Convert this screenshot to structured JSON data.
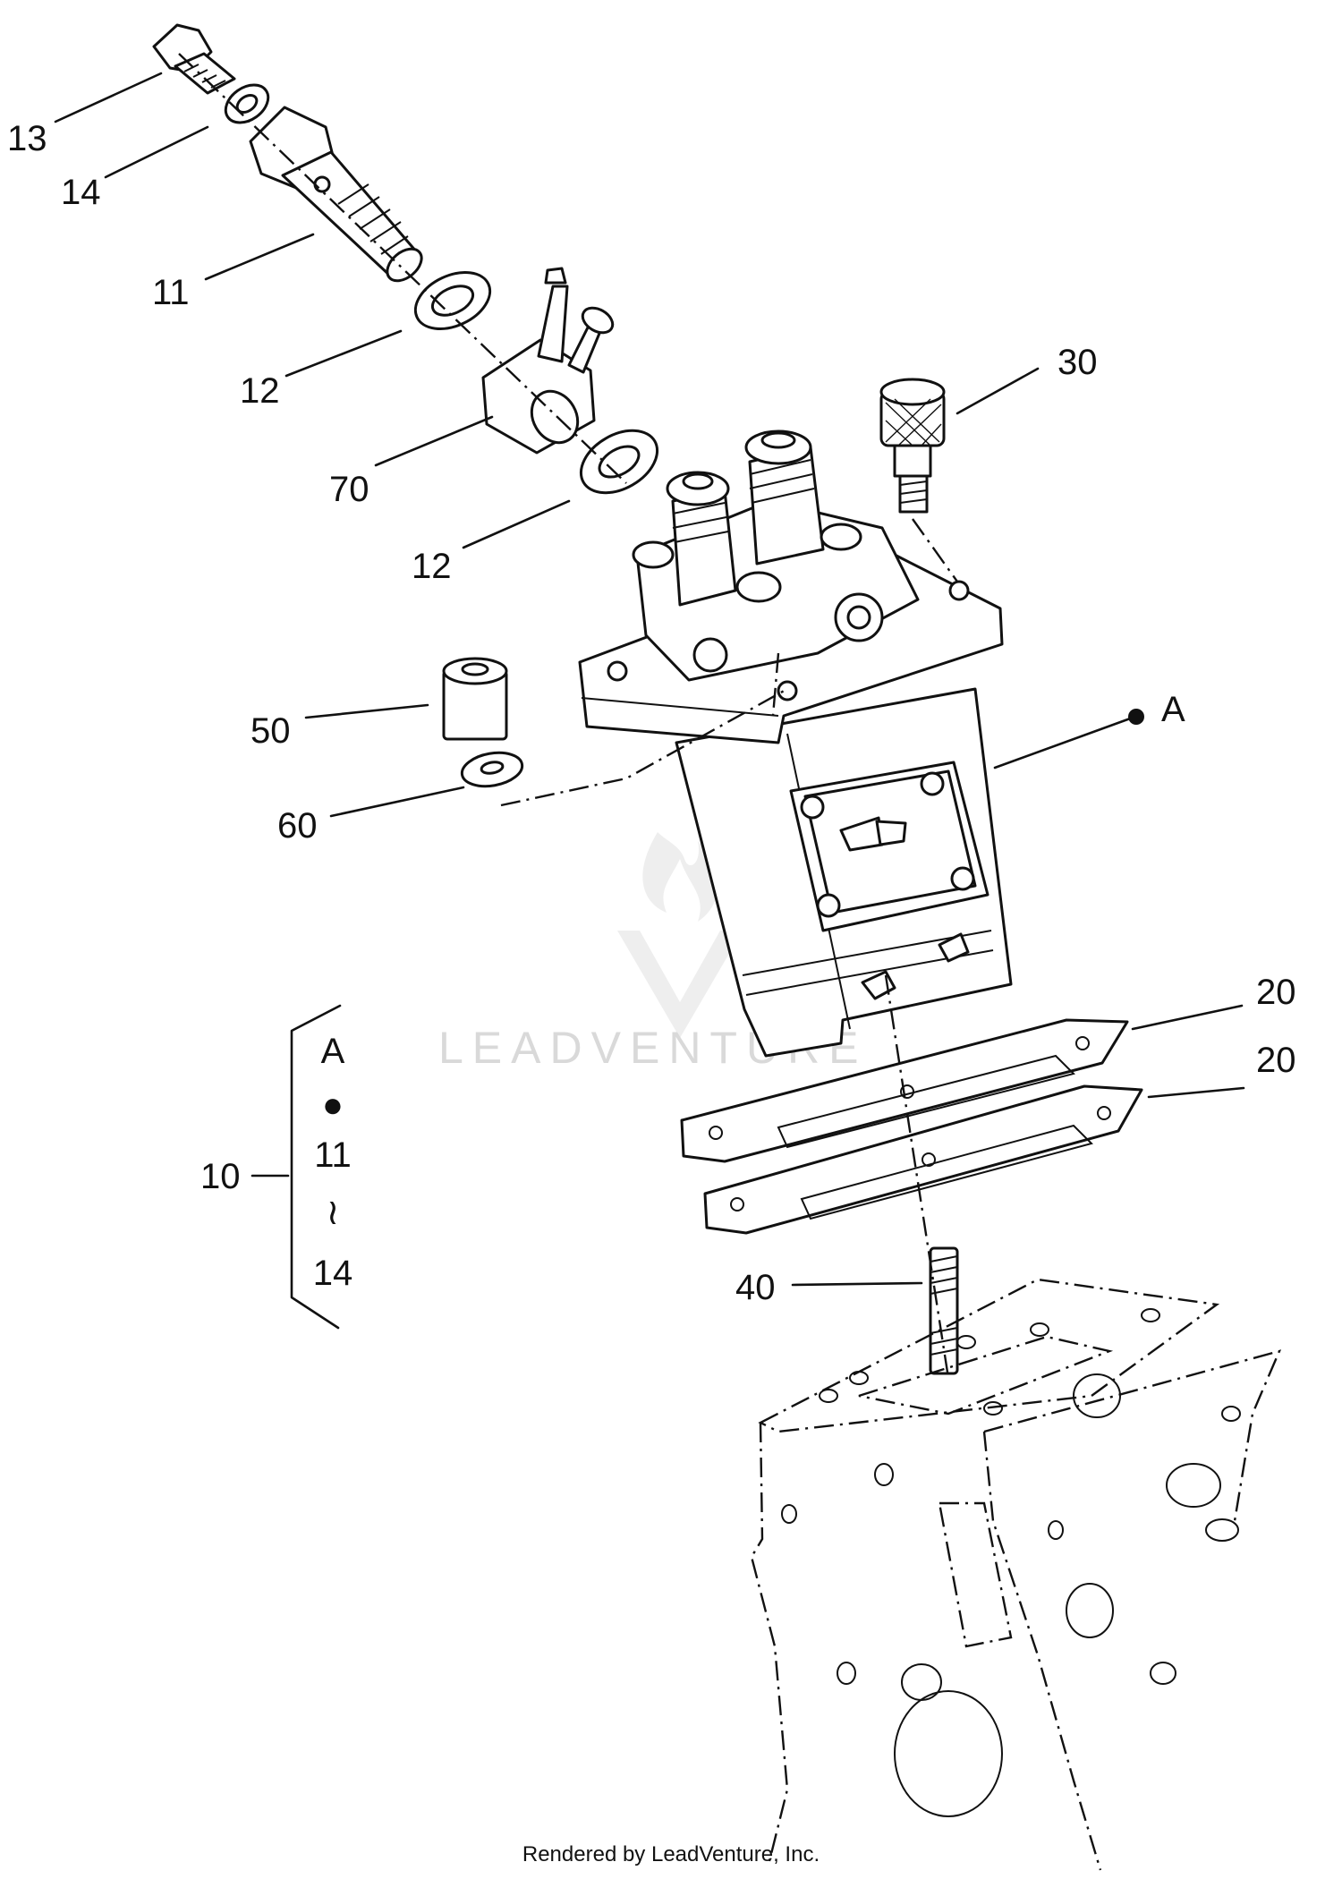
{
  "callouts": {
    "p13": "13",
    "p14": "14",
    "p11": "11",
    "p12a": "12",
    "p70": "70",
    "p12b": "12",
    "p30": "30",
    "p50": "50",
    "p60": "60",
    "pA": "A",
    "p20a": "20",
    "p20b": "20",
    "p40": "40",
    "p10": "10"
  },
  "assembly_bracket": {
    "line1": "A",
    "line2": "●",
    "line3": "11",
    "line4": "≀",
    "line5": "14"
  },
  "watermark": "LEADVENTURE",
  "footer": "Rendered by LeadVenture, Inc."
}
